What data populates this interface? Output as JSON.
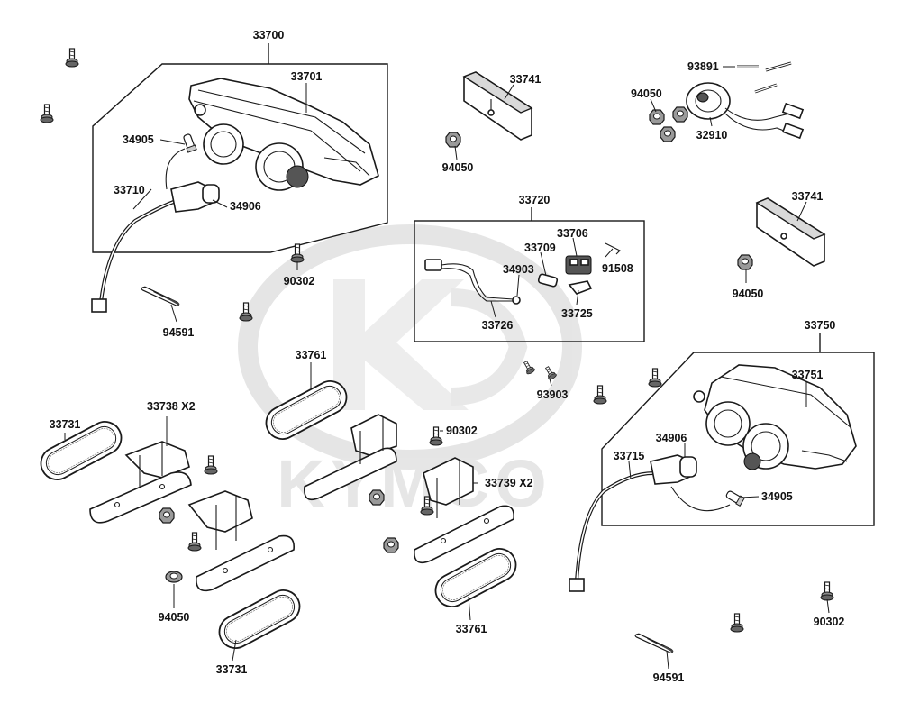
{
  "watermark": {
    "brand": "KYMCO",
    "logo_glyph": "K",
    "color": "#e3e3e3"
  },
  "labels": [
    {
      "id": "l33700",
      "text": "33700"
    },
    {
      "id": "l33701",
      "text": "33701"
    },
    {
      "id": "l34905a",
      "text": "34905"
    },
    {
      "id": "l33710",
      "text": "33710"
    },
    {
      "id": "l34906a",
      "text": "34906"
    },
    {
      "id": "l90302a",
      "text": "90302"
    },
    {
      "id": "l94591a",
      "text": "94591"
    },
    {
      "id": "l33741a",
      "text": "33741"
    },
    {
      "id": "l94050a",
      "text": "94050"
    },
    {
      "id": "l93891",
      "text": "93891"
    },
    {
      "id": "l94050b",
      "text": "94050"
    },
    {
      "id": "l32910",
      "text": "32910"
    },
    {
      "id": "l33720",
      "text": "33720"
    },
    {
      "id": "l33706",
      "text": "33706"
    },
    {
      "id": "l33709",
      "text": "33709"
    },
    {
      "id": "l34903",
      "text": "34903"
    },
    {
      "id": "l91508",
      "text": "91508"
    },
    {
      "id": "l33726",
      "text": "33726"
    },
    {
      "id": "l33725",
      "text": "33725"
    },
    {
      "id": "l33741b",
      "text": "33741"
    },
    {
      "id": "l94050c",
      "text": "94050"
    },
    {
      "id": "l33750",
      "text": "33750"
    },
    {
      "id": "l33751",
      "text": "33751"
    },
    {
      "id": "l34906b",
      "text": "34906"
    },
    {
      "id": "l33715",
      "text": "33715"
    },
    {
      "id": "l34905b",
      "text": "34905"
    },
    {
      "id": "l93903",
      "text": "93903"
    },
    {
      "id": "l33761a",
      "text": "33761"
    },
    {
      "id": "l33738",
      "text": "33738  X2"
    },
    {
      "id": "l33731a",
      "text": "33731"
    },
    {
      "id": "l90302b",
      "text": "90302"
    },
    {
      "id": "l33739",
      "text": "33739  X2"
    },
    {
      "id": "l94050d",
      "text": "94050"
    },
    {
      "id": "l33731b",
      "text": "33731"
    },
    {
      "id": "l33761b",
      "text": "33761"
    },
    {
      "id": "l90302c",
      "text": "90302"
    },
    {
      "id": "l94591b",
      "text": "94591"
    }
  ]
}
